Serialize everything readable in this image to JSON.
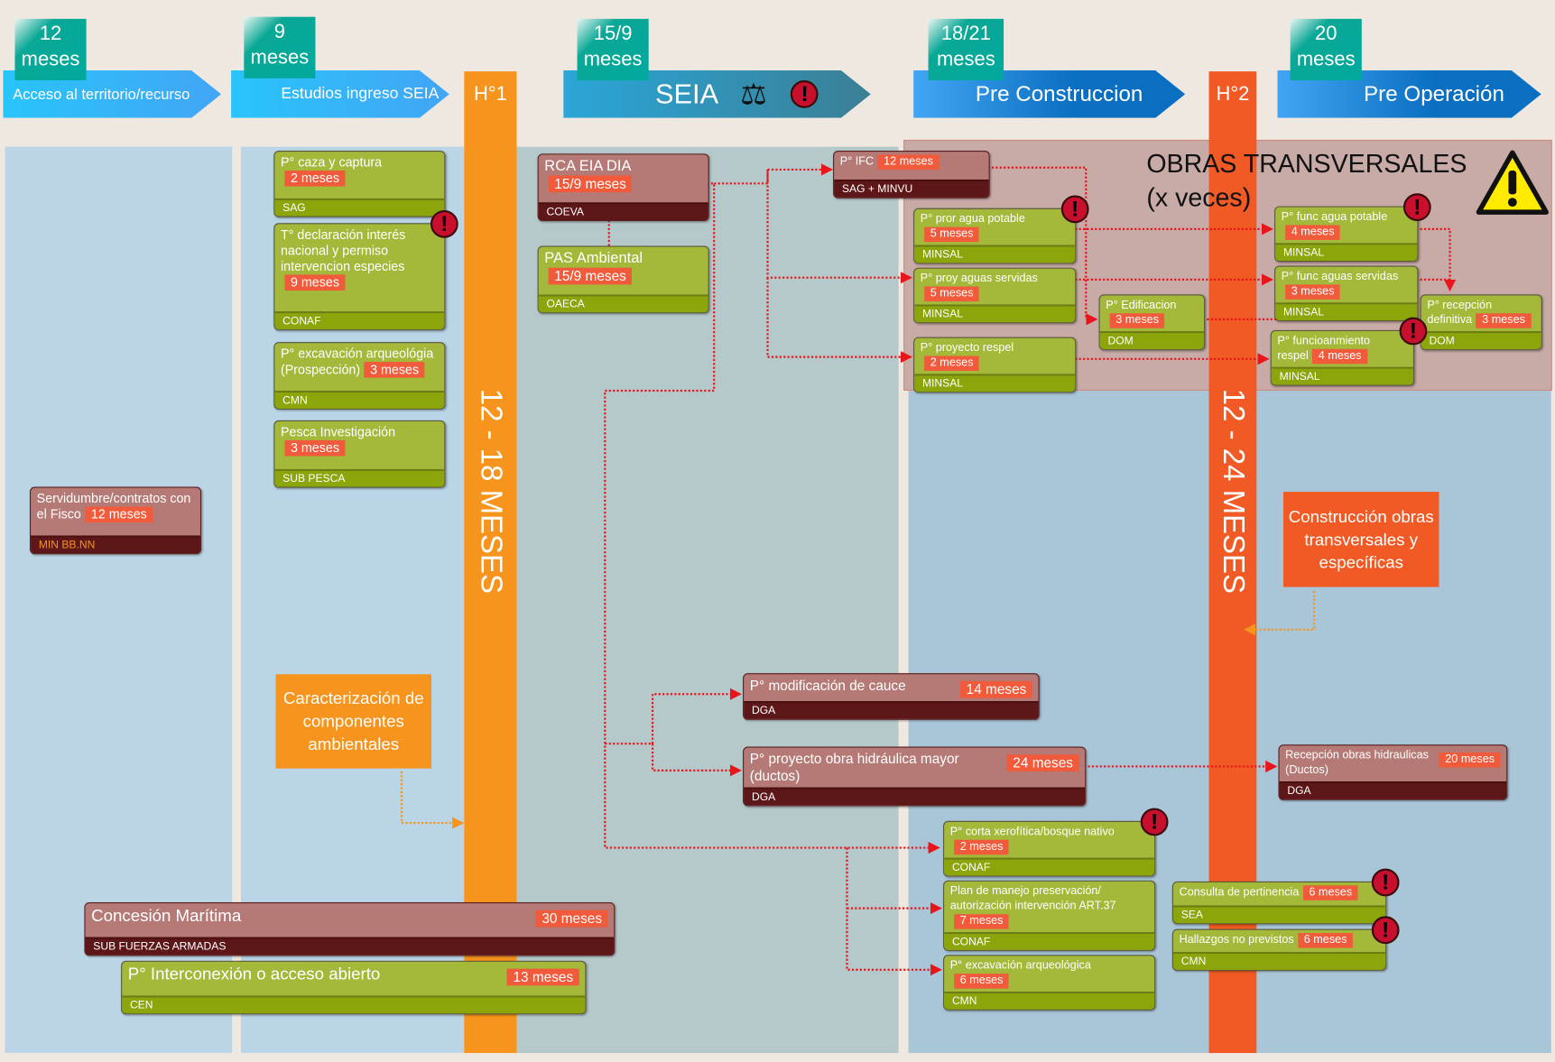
{
  "phases": [
    {
      "duration": "12 meses",
      "label": "Acceso al territorio/recurso"
    },
    {
      "duration": "9 meses",
      "label": "Estudios ingreso SEIA"
    },
    {
      "duration": "15/9 meses",
      "label": "SEIA"
    },
    {
      "duration": "18/21 meses",
      "label": "Pre Construccion"
    },
    {
      "duration": "20 meses",
      "label": "Pre Operación"
    }
  ],
  "milestones": [
    {
      "label": "H°1",
      "span": "12 - 18 MESES",
      "color": "#f7941d"
    },
    {
      "label": "H°2",
      "span": "12 - 24 MESES",
      "color": "#f15a24"
    }
  ],
  "obras_transversales": {
    "title": "OBRAS TRANSVERSALES",
    "subtitle": "(x veces)"
  },
  "notes": [
    {
      "text": "Caracterización de componentes ambientales",
      "color": "#f7941d"
    },
    {
      "text": "Construcción obras transversales y específicas",
      "color": "#f15a24"
    }
  ],
  "cards": [
    {
      "title": "P° caza y captura",
      "duration": "2 meses",
      "agency": "SAG",
      "type": "green",
      "alert": false
    },
    {
      "title": "T° declaración interés nacional y permiso intervencion especies",
      "duration": "9 meses",
      "agency": "CONAF",
      "type": "green",
      "alert": true
    },
    {
      "title": "P° excavación arqueológia (Prospección)",
      "duration": "3 meses",
      "agency": "CMN",
      "type": "green",
      "alert": false
    },
    {
      "title": "Pesca Investigación",
      "duration": "3 meses",
      "agency": "SUB PESCA",
      "type": "green",
      "alert": false
    },
    {
      "title": "Servidumbre/contratos con el Fisco",
      "duration": "12 meses",
      "agency": "MIN BB.NN",
      "type": "brown",
      "alert": false
    },
    {
      "title": "RCA EIA DIA",
      "duration": "15/9 meses",
      "agency": "COEVA",
      "type": "brown",
      "alert": false
    },
    {
      "title": "PAS Ambiental",
      "duration": "15/9 meses",
      "agency": "OAECA",
      "type": "green",
      "alert": false
    },
    {
      "title": "P° IFC",
      "duration": "12 meses",
      "agency": "SAG + MINVU",
      "type": "brown",
      "alert": false
    },
    {
      "title": "P° pror agua potable",
      "duration": "5 meses",
      "agency": "MINSAL",
      "type": "green",
      "alert": true
    },
    {
      "title": "P° proy aguas servidas",
      "duration": "5 meses",
      "agency": "MINSAL",
      "type": "green",
      "alert": false
    },
    {
      "title": "P° proyecto respel",
      "duration": "2 meses",
      "agency": "MINSAL",
      "type": "green",
      "alert": false
    },
    {
      "title": "P° Edificacion",
      "duration": "3 meses",
      "agency": "DOM",
      "type": "green",
      "alert": false
    },
    {
      "title": "P° func agua potable",
      "duration": "4 meses",
      "agency": "MINSAL",
      "type": "green",
      "alert": true
    },
    {
      "title": "P° func aguas servidas",
      "duration": "3 meses",
      "agency": "MINSAL",
      "type": "green",
      "alert": false
    },
    {
      "title": "P° recepción definitiva",
      "duration": "3 meses",
      "agency": "DOM",
      "type": "green",
      "alert": false
    },
    {
      "title": "P° funcioanmiento respel",
      "duration": "4 meses",
      "agency": "MINSAL",
      "type": "green",
      "alert": true
    },
    {
      "title": "P° modificación de cauce",
      "duration": "14 meses",
      "agency": "DGA",
      "type": "brown",
      "alert": false
    },
    {
      "title": "P° proyecto obra hidráulica mayor (ductos)",
      "duration": "24 meses",
      "agency": "DGA",
      "type": "brown",
      "alert": false
    },
    {
      "title": "Recepción obras hidraulicas (Ductos)",
      "duration": "20 meses",
      "agency": "DGA",
      "type": "brown",
      "alert": false
    },
    {
      "title": "P° corta xerofítica/bosque nativo",
      "duration": "2 meses",
      "agency": "CONAF",
      "type": "green",
      "alert": true
    },
    {
      "title": "Plan de manejo preservación/ autorización intervención ART.37",
      "duration": "7 meses",
      "agency": "CONAF",
      "type": "green",
      "alert": false
    },
    {
      "title": "P° excavación arqueológica",
      "duration": "6 meses",
      "agency": "CMN",
      "type": "green",
      "alert": false
    },
    {
      "title": "Consulta de pertinencia",
      "duration": "6 meses",
      "agency": "SEA",
      "type": "green",
      "alert": true
    },
    {
      "title": "Hallazgos no previstos",
      "duration": "6 meses",
      "agency": "CMN",
      "type": "green",
      "alert": true
    },
    {
      "title": "Concesión Marítima",
      "duration": "30 meses",
      "agency": "SUB FUERZAS ARMADAS",
      "type": "brown",
      "alert": false
    },
    {
      "title": "P° Interconexión o acceso abierto",
      "duration": "13 meses",
      "agency": "CEN",
      "type": "green",
      "alert": false
    }
  ],
  "colors": {
    "connector": "#e8151b",
    "green": "#a4b83a",
    "brown": "#b57a76",
    "duration_badge": "#f15a3a"
  }
}
